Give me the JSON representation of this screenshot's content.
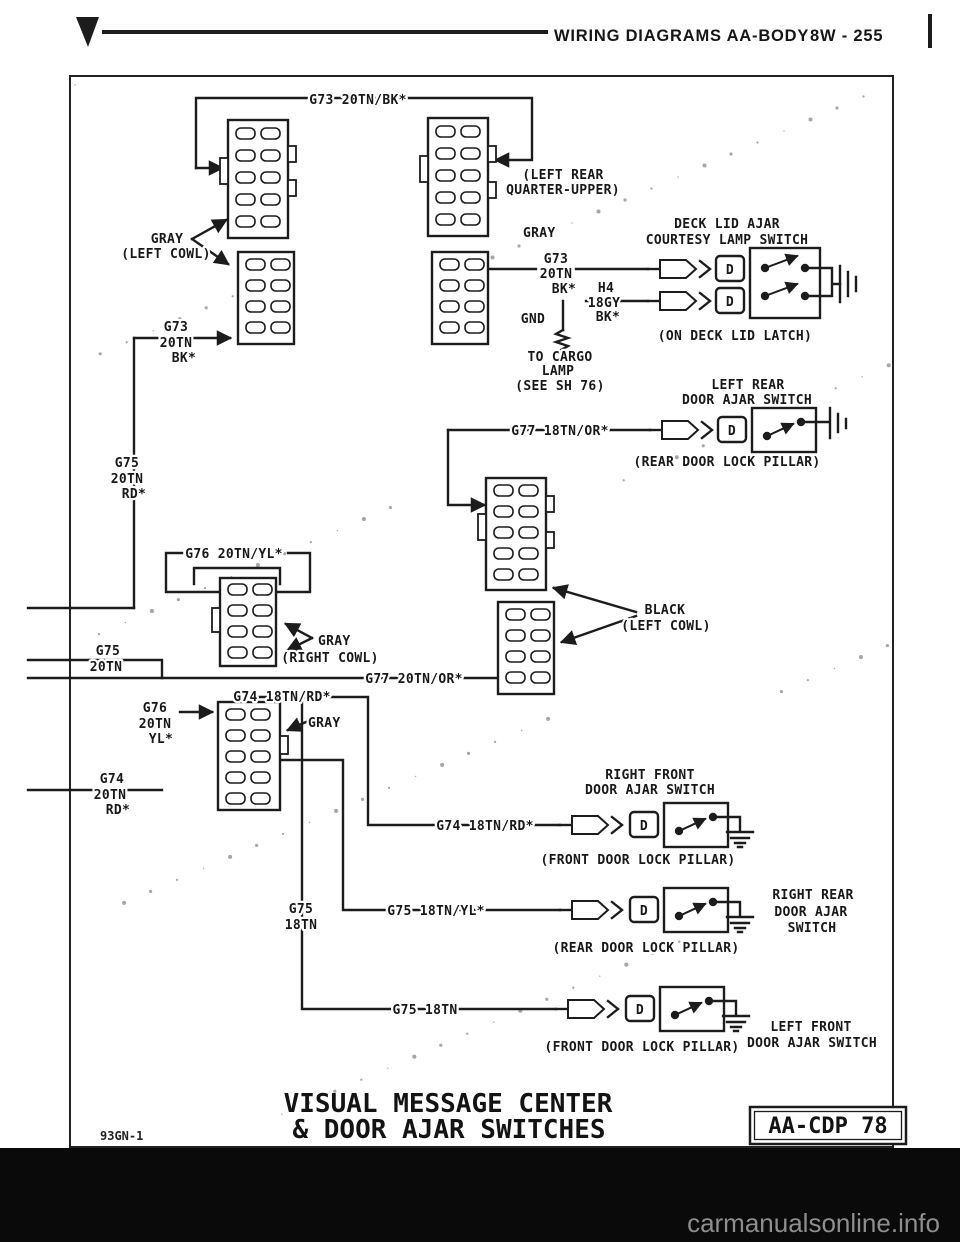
{
  "page": {
    "background": "#ffffff",
    "ink_color": "#1c1c1c",
    "footer_background": "#0a0a0a"
  },
  "header": {
    "title": "WIRING DIAGRAMS AA-BODY",
    "page_code": "8W - 255"
  },
  "labels": {
    "g73_top": "G73 20TN/BK*",
    "gray_a1": "GRAY",
    "gray_a2": "(LEFT COWL)",
    "quarter1": "(LEFT REAR",
    "quarter2": "QUARTER-UPPER)",
    "gray_b": "GRAY",
    "deck1": "DECK LID AJAR",
    "deck2": "COURTESY LAMP SWITCH",
    "g73_deck_1": "G73",
    "g73_deck_2": "20TN",
    "g73_deck_3": "BK*",
    "h4_1": "H4",
    "h4_2": "18GY",
    "h4_3": "BK*",
    "gnd": "GND",
    "cargo1": "TO CARGO",
    "cargo2": "LAMP",
    "cargo3": "(SEE SH 76)",
    "deck_loc": "(ON DECK LID LATCH)",
    "g73_left_1": "G73",
    "g73_left_2": "20TN",
    "g73_left_3": "BK*",
    "lr1": "LEFT REAR",
    "lr2": "DOOR AJAR SWITCH",
    "g77_18": "G77 18TN/OR*",
    "pillar_rr_a": "(REAR DOOR LOCK PILLAR)",
    "g75_a1": "G75",
    "g75_a2": "20TN",
    "g75_a3": "RD*",
    "g76_yl": "G76 20TN/YL*",
    "gray_c1": "GRAY",
    "gray_c2": "(RIGHT COWL)",
    "g75_b1": "G75",
    "g75_b2": "20TN",
    "g77_20": "G77 20TN/OR*",
    "black1": "BLACK",
    "black2": "(LEFT COWL)",
    "g74_18_a": "G74 18TN/RD*",
    "gray_d": "GRAY",
    "g76_a1": "G76",
    "g76_a2": "20TN",
    "g76_a3": "YL*",
    "g74_a1": "G74",
    "g74_a2": "20TN",
    "g74_a3": "RD*",
    "rf1": "RIGHT FRONT",
    "rf2": "DOOR AJAR SWITCH",
    "g74_18_b": "G74 18TN/RD*",
    "pillar_fd_a": "(FRONT DOOR LOCK PILLAR)",
    "g75_18yl": "G75 18TN/YL*",
    "g75_c1": "G75",
    "g75_c2": "18TN",
    "pillar_rr_b": "(REAR DOOR LOCK PILLAR)",
    "rr1": "RIGHT REAR",
    "rr2": "DOOR AJAR",
    "rr3": "SWITCH",
    "g75_18": "G75 18TN",
    "pillar_fd_b": "(FRONT DOOR LOCK PILLAR)",
    "lf1": "LEFT FRONT",
    "lf2": "DOOR AJAR SWITCH",
    "connector_d": "D"
  },
  "title_block": {
    "line1": "VISUAL MESSAGE CENTER",
    "line2": "& DOOR AJAR SWITCHES",
    "sheet_code": "AA-CDP 78",
    "doc_code": "93GN-1"
  },
  "watermark": {
    "text": "carmanualsonline.info",
    "color": "#8e8e8e"
  }
}
